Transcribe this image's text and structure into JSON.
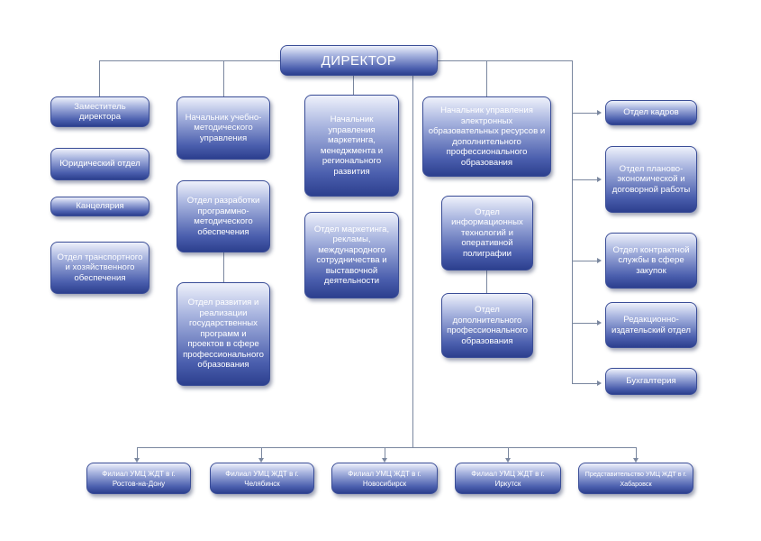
{
  "director": "ДИРЕКТОР",
  "deputy_column": [
    "Заместитель директора",
    "Юридический отдел",
    "Канцелярия",
    "Отдел транспортного и хозяйственного обеспечения"
  ],
  "methodical_column": [
    "Начальник учебно-методического управления",
    "Отдел разработки программно-методического обеспечения",
    "Отдел развития и реализации государственных программ и проектов в сфере профессионального образования"
  ],
  "marketing_column": [
    "Начальник управления маркетинга, менеджмента и регионального развития",
    "Отдел маркетинга, рекламы, международного сотрудничества и выставочной деятельности"
  ],
  "elearning_column": [
    "Начальник управления электронных образовательных ресурсов и дополнительного профессионального образования",
    "Отдел информационных технологий и оперативной полиграфии",
    "Отдел дополнительного профессионального образования"
  ],
  "right_column": [
    "Отдел кадров",
    "Отдел планово-экономической и договорной работы",
    "Отдел контрактной службы в сфере закупок",
    "Редакционно-издательский отдел",
    "Бухгалтерия"
  ],
  "branches": [
    "Филиал УМЦ ЖДТ в г. Ростов-на-Дону",
    "Филиал УМЦ ЖДТ в г. Челябинск",
    "Филиал УМЦ ЖДТ в г. Новосибирск",
    "Филиал УМЦ ЖДТ в г. Иркутск",
    "Представительство УМЦ ЖДТ в г. Хабаровск"
  ]
}
